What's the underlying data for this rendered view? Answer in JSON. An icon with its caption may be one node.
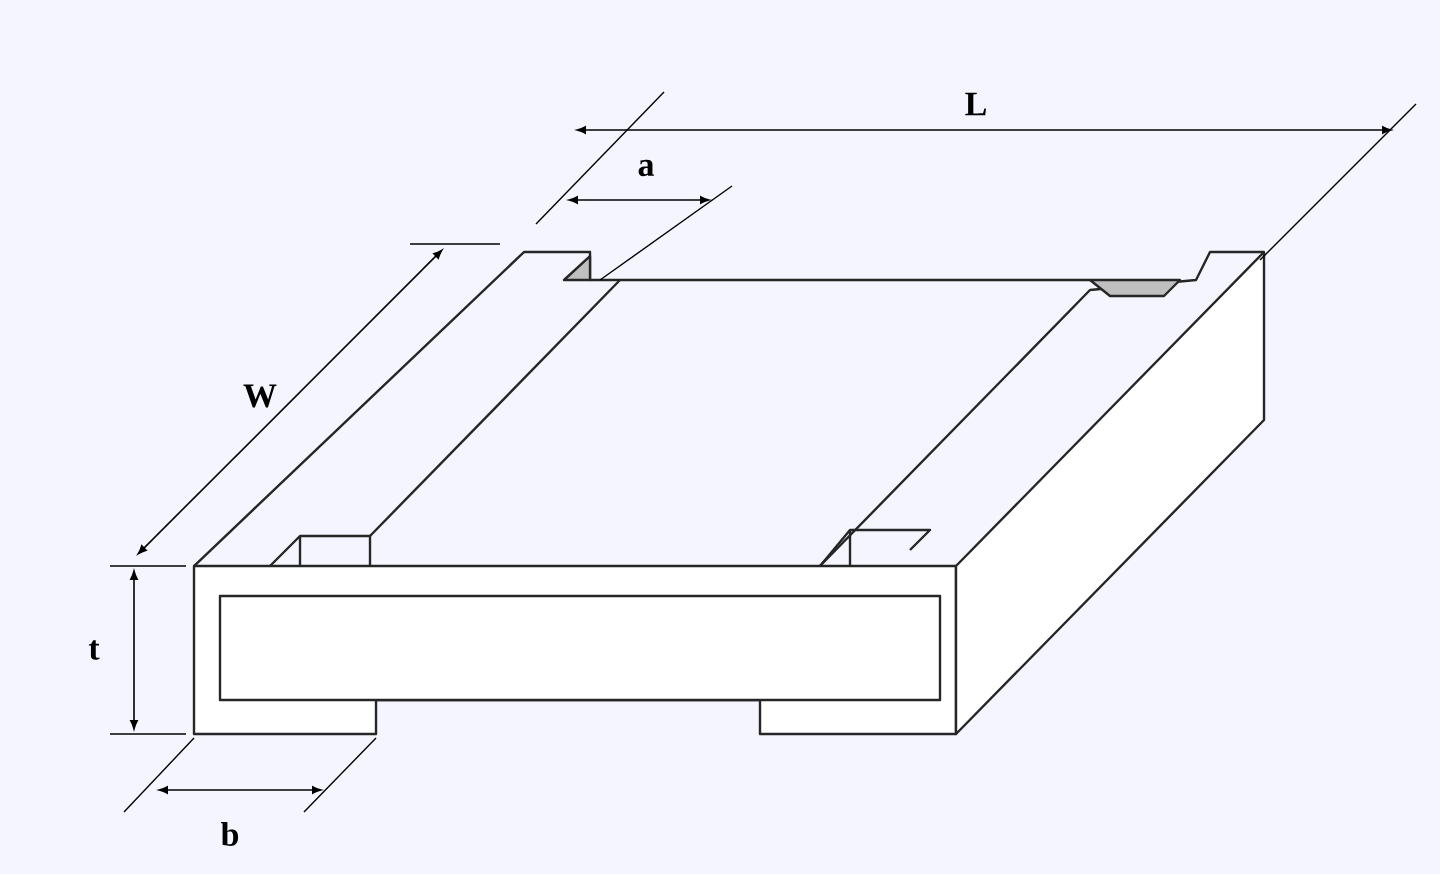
{
  "diagram": {
    "labels": [
      "L",
      "a",
      "W",
      "t",
      "b"
    ]
  }
}
